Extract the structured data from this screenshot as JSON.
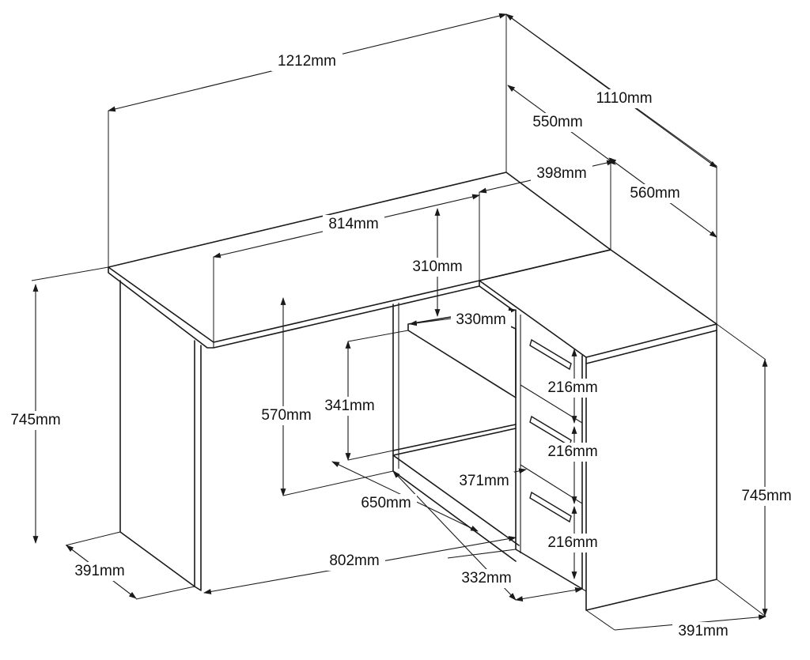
{
  "dimensions": {
    "overall_width": "1212mm",
    "overall_depth": "1110mm",
    "depth_top_section": "550mm",
    "return_top_width": "398mm",
    "return_depth": "560mm",
    "desk_span": "814mm",
    "shelf_depth": "310mm",
    "shelf_width": "330mm",
    "left_height": "745mm",
    "inner_height": "570mm",
    "shelf_height": "341mm",
    "drawer_1": "216mm",
    "drawer_2": "216mm",
    "drawer_3": "216mm",
    "right_height": "745mm",
    "inner_width": "371mm",
    "bottom_depth": "650mm",
    "front_width": "802mm",
    "left_leg_depth": "391mm",
    "return_opening": "332mm",
    "right_leg_depth": "391mm"
  },
  "colors": {
    "line": "#1a1a1a",
    "background": "#ffffff"
  }
}
